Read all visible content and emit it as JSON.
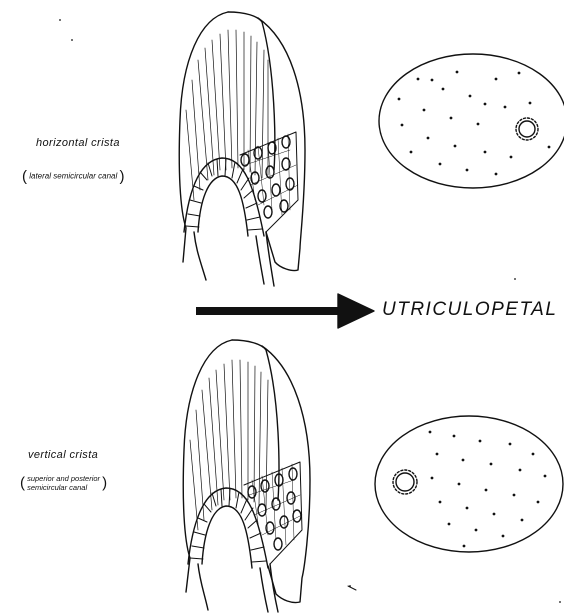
{
  "top": {
    "label": "horizontal crista",
    "sublabel": "lateral semicircular canal"
  },
  "bottom": {
    "label": "vertical crista",
    "sublabel_line1": "superior and posterior",
    "sublabel_line2": "semicircular canal"
  },
  "arrow": {
    "label": "UTRICULOPETAL"
  }
}
